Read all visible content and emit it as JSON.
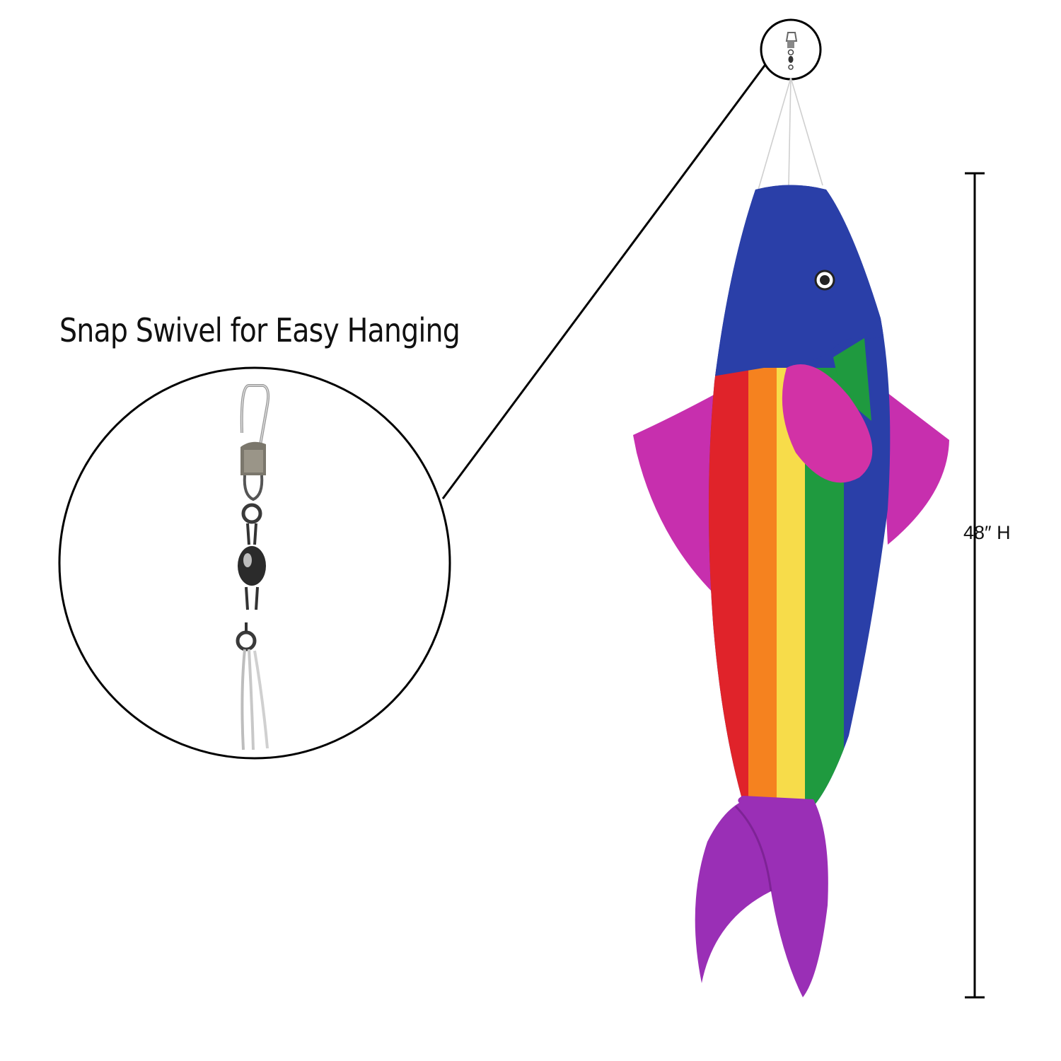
{
  "caption": {
    "title": "Snap Swivel for Easy Hanging"
  },
  "dimension": {
    "label": "48″ H"
  },
  "colors": {
    "head_blue": "#2a3fa8",
    "red": "#e0232a",
    "orange": "#f5821f",
    "yellow": "#f7dc4a",
    "green": "#1f9a3f",
    "fin_magenta": "#c72fae",
    "tail_purple": "#9a2fb6"
  },
  "icons": [
    "snap-swivel-icon",
    "fish-windsock-illustration"
  ]
}
